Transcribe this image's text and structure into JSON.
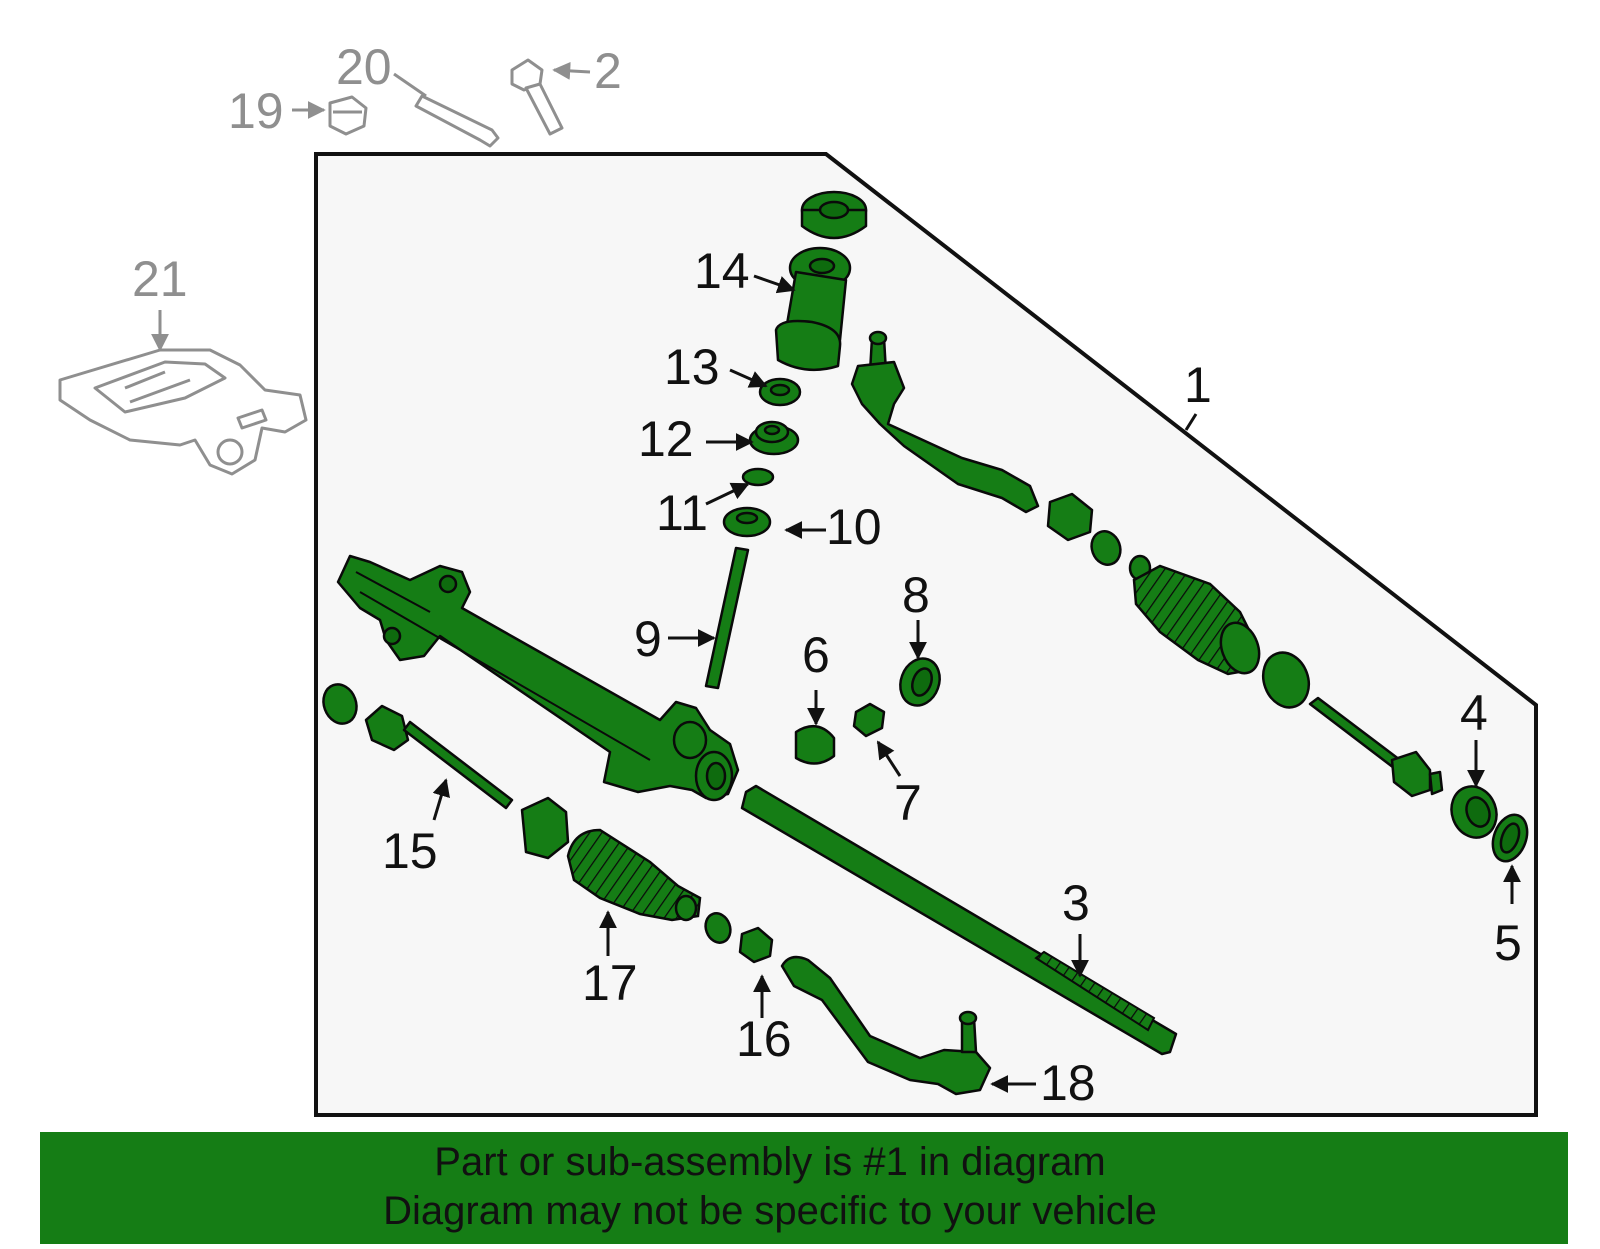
{
  "callouts": {
    "c1": "1",
    "c2": "2",
    "c3": "3",
    "c4": "4",
    "c5": "5",
    "c6": "6",
    "c7": "7",
    "c8": "8",
    "c9": "9",
    "c10": "10",
    "c11": "11",
    "c12": "12",
    "c13": "13",
    "c14": "14",
    "c15": "15",
    "c16": "16",
    "c17": "17",
    "c18": "18",
    "c19": "19",
    "c20": "20",
    "c21": "21"
  },
  "banner": {
    "line1": "Part or sub-assembly is #1 in diagram",
    "line2": "Diagram may not be specific to your vehicle"
  },
  "colors": {
    "highlight_green": "#157d15",
    "outline": "#0a0a0a",
    "panel_background": "#f7f7f7",
    "ghost_grey": "#8f8f8f"
  }
}
